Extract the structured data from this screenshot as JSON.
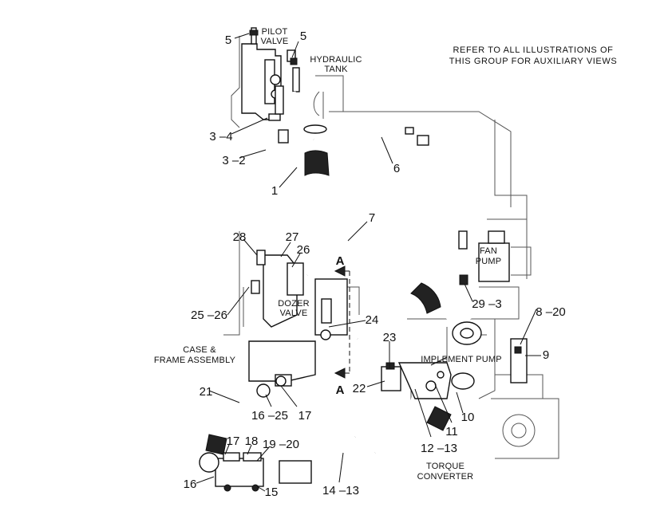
{
  "note": {
    "line1": "REFER TO ALL ILLUSTRATIONS OF",
    "line2": "THIS GROUP FOR AUXILIARY VIEWS"
  },
  "captions": {
    "pilot_valve_1": "PILOT",
    "pilot_valve_2": "VALVE",
    "hydraulic_tank_1": "HYDRAULIC",
    "hydraulic_tank_2": "TANK",
    "fan_pump_1": "FAN",
    "fan_pump_2": "PUMP",
    "dozer_valve_1": "DOZER",
    "dozer_valve_2": "VALVE",
    "case_frame_1": "CASE &",
    "case_frame_2": "FRAME ASSEMBLY",
    "implement_pump": "IMPLEMENT PUMP",
    "torque_converter_1": "TORQUE",
    "torque_converter_2": "CONVERTER"
  },
  "section_marks": {
    "top": "A",
    "bottom": "A"
  },
  "callouts": [
    "5",
    "5",
    "3 –4",
    "3 –2",
    "1",
    "6",
    "7",
    "28",
    "27",
    "26",
    "25 –26",
    "29 –3",
    "8 –20",
    "9",
    "24",
    "23",
    "22",
    "21",
    "17",
    "16 –25",
    "17",
    "11",
    "10",
    "12 –13",
    "17",
    "18",
    "19 –20",
    "16",
    "15",
    "14 –13"
  ],
  "colors": {
    "line": "#111111",
    "background": "#ffffff"
  }
}
